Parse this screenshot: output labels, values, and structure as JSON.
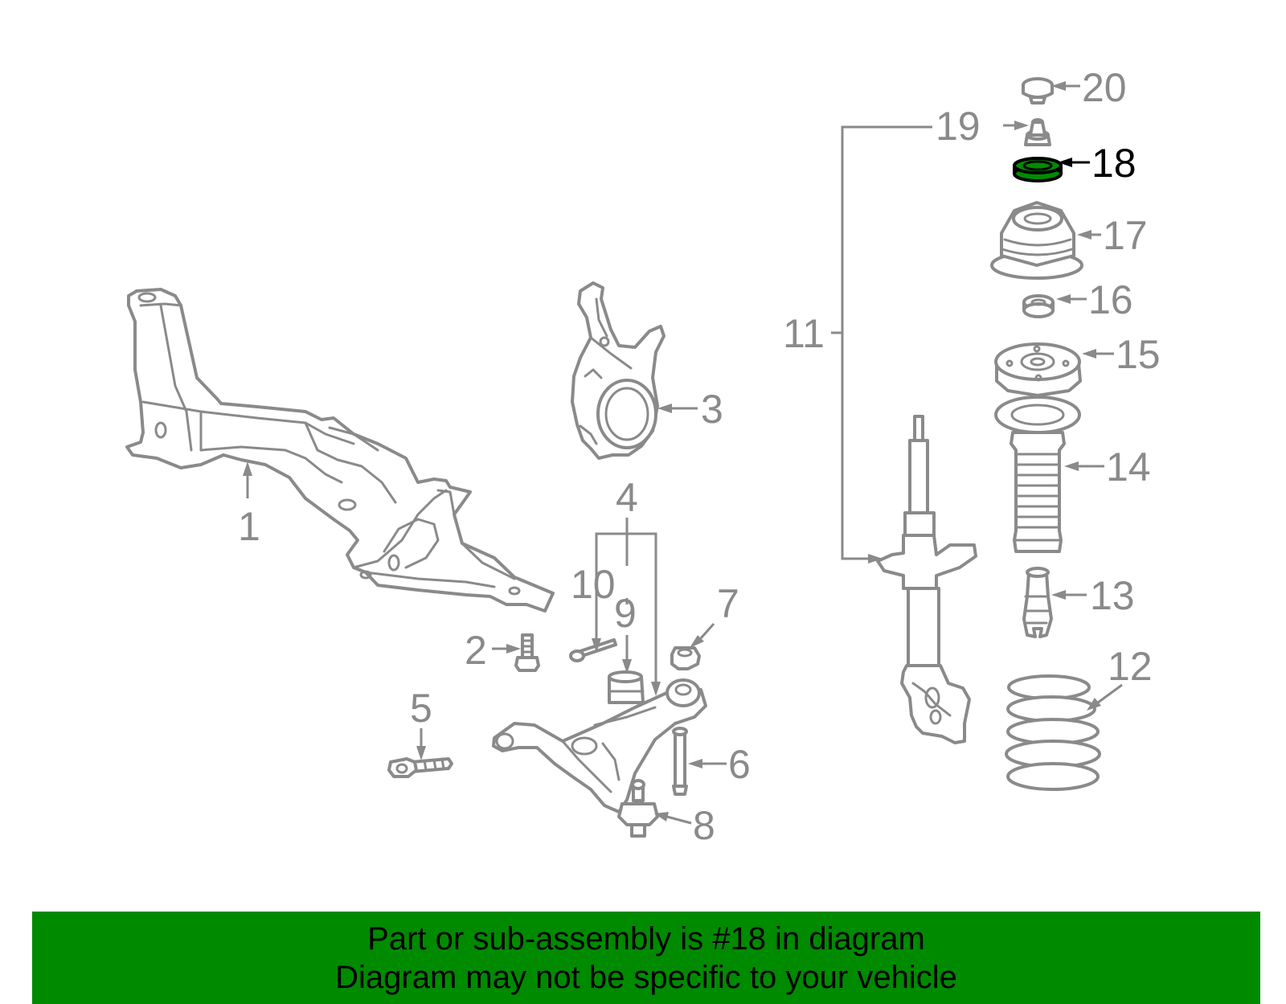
{
  "highlight_part": "18",
  "colors": {
    "line_gray": "#8a8a8a",
    "highlight_fill": "#008c00",
    "highlight_text": "#000000",
    "banner_bg": "#008a00"
  },
  "callouts": {
    "c1": "1",
    "c2": "2",
    "c3": "3",
    "c4": "4",
    "c5": "5",
    "c6": "6",
    "c7": "7",
    "c8": "8",
    "c9": "9",
    "c10": "10",
    "c11": "11",
    "c12": "12",
    "c13": "13",
    "c14": "14",
    "c15": "15",
    "c16": "16",
    "c17": "17",
    "c18": "18",
    "c19": "19",
    "c20": "20"
  },
  "banner": {
    "line1": "Part or sub-assembly is #18 in diagram",
    "line2": "Diagram may not be specific to your vehicle"
  }
}
